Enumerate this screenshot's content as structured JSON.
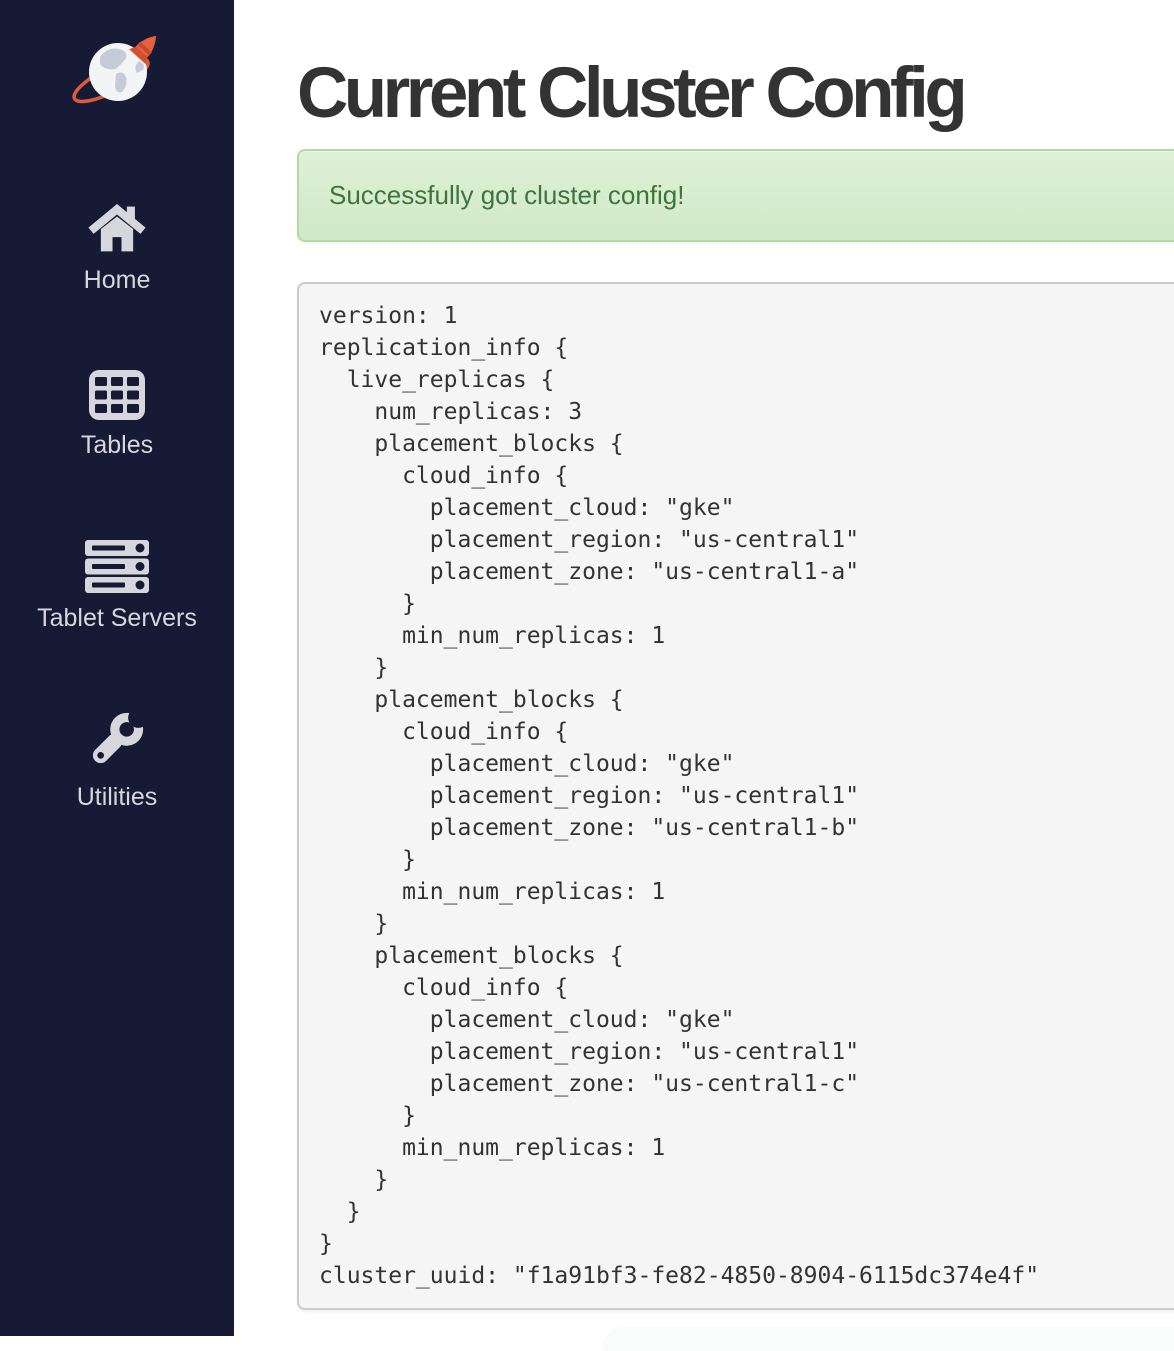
{
  "page": {
    "title": "Current Cluster Config"
  },
  "sidebar": {
    "logo_icon": "globe-rocket-logo",
    "items": [
      {
        "label": "Home",
        "icon": "home-icon"
      },
      {
        "label": "Tables",
        "icon": "tables-icon"
      },
      {
        "label": "Tablet Servers",
        "icon": "servers-icon"
      },
      {
        "label": "Utilities",
        "icon": "wrench-icon"
      }
    ]
  },
  "alert": {
    "type": "success",
    "message": "Successfully got cluster config!"
  },
  "config": {
    "text": "version: 1\nreplication_info {\n  live_replicas {\n    num_replicas: 3\n    placement_blocks {\n      cloud_info {\n        placement_cloud: \"gke\"\n        placement_region: \"us-central1\"\n        placement_zone: \"us-central1-a\"\n      }\n      min_num_replicas: 1\n    }\n    placement_blocks {\n      cloud_info {\n        placement_cloud: \"gke\"\n        placement_region: \"us-central1\"\n        placement_zone: \"us-central1-b\"\n      }\n      min_num_replicas: 1\n    }\n    placement_blocks {\n      cloud_info {\n        placement_cloud: \"gke\"\n        placement_region: \"us-central1\"\n        placement_zone: \"us-central1-c\"\n      }\n      min_num_replicas: 1\n    }\n  }\n}\ncluster_uuid: \"f1a91bf3-fe82-4850-8904-6115dc374e4f\""
  },
  "colors": {
    "sidebar_bg": "#161a35",
    "sidebar_text": "#d6d7dc",
    "logo_orange": "#e65f40",
    "heading_text": "#333333",
    "alert_text": "#3c763d",
    "alert_bg_top": "#dff0d8",
    "alert_bg_bottom": "#d0e9c6",
    "alert_border": "#b2dba1",
    "code_bg": "#f5f5f5",
    "code_border": "#cccccc",
    "code_text": "#333333"
  }
}
